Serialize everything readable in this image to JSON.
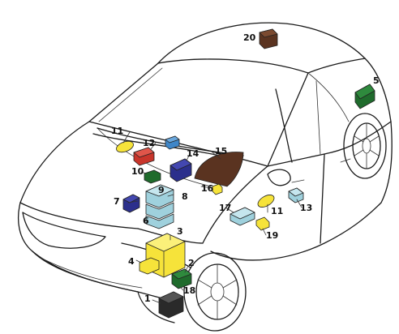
{
  "diagram": {
    "labels": {
      "c1": "1",
      "c2": "2",
      "c3": "3",
      "c4": "4",
      "c5": "5",
      "c6": "6",
      "c7": "7",
      "c8": "8",
      "c9": "9",
      "c10": "10",
      "c11a": "11",
      "c11b": "11",
      "c12": "12",
      "c13": "13",
      "c14": "14",
      "c15": "15",
      "c16": "16",
      "c17": "17",
      "c18": "18",
      "c19": "19",
      "c20": "20"
    },
    "colors": {
      "yellow": "#f6e33a",
      "red": "#c8352b",
      "blue": "#3f86c8",
      "navy": "#2b2f8c",
      "green": "#1f6b2c",
      "teal": "#9fd1dd",
      "brown": "#5a3320",
      "black": "#2a2a2a"
    }
  }
}
